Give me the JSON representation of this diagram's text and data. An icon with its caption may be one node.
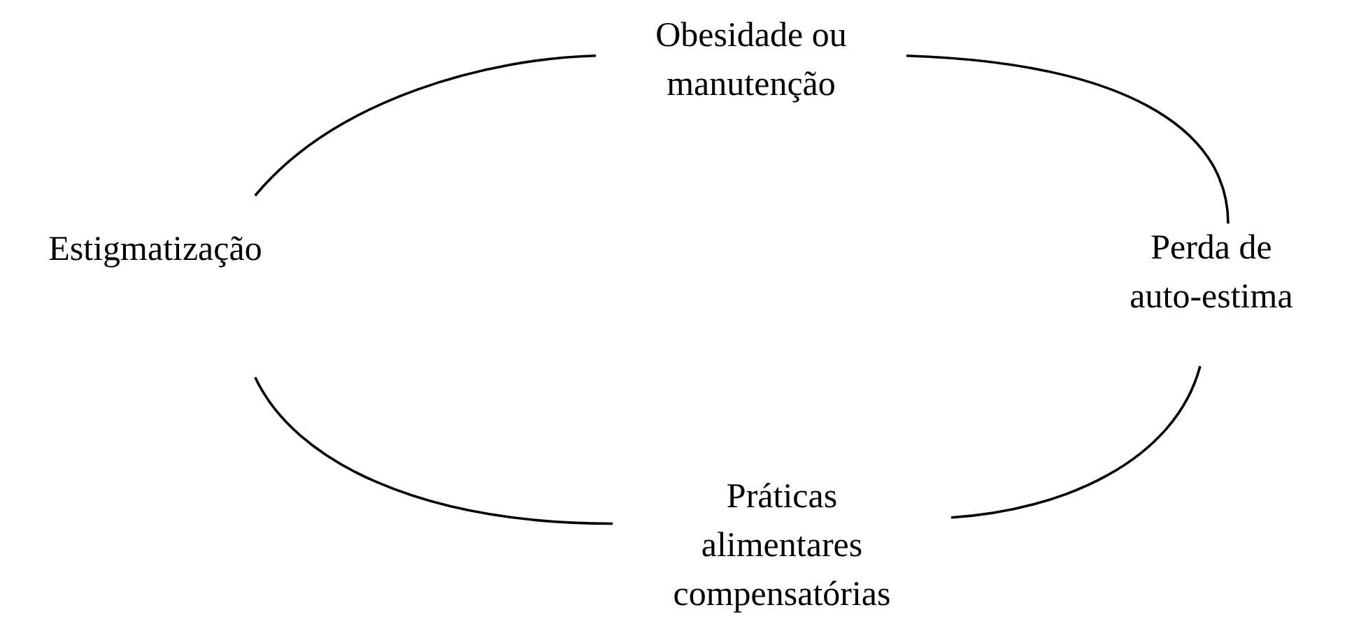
{
  "diagram": {
    "nodes": [
      {
        "text": [
          "Obesidade ou manutenção"
        ]
      },
      {
        "text": [
          "Estigmatização"
        ]
      },
      {
        "text": [
          "Perda de auto-estima"
        ]
      },
      {
        "text": [
          "Práticas alimentares compensatórias"
        ]
      }
    ],
    "edges": [
      {
        "from": 0,
        "to": 2,
        "arrow": "none"
      },
      {
        "from": 2,
        "to": 3,
        "arrow": "none"
      },
      {
        "from": 3,
        "to": 1,
        "arrow": "none"
      },
      {
        "from": 1,
        "to": 0,
        "arrow": "none"
      }
    ]
  }
}
